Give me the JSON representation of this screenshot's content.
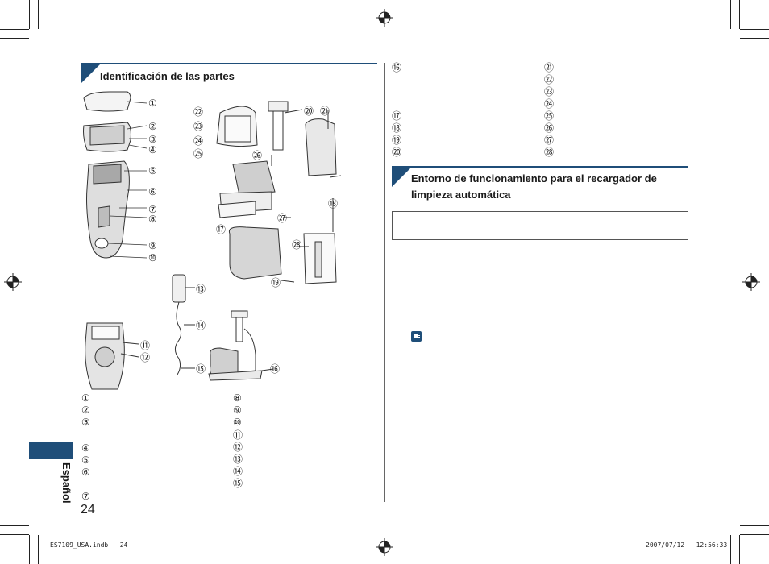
{
  "section1": {
    "title": "Identificación de las partes"
  },
  "section2": {
    "title_line1": "Entorno de funcionamiento para el recargador de",
    "title_line2": "limpieza automática"
  },
  "language_tab": "Español",
  "page_number": "24",
  "footer": {
    "file": "ES7109_USA.indb   24",
    "date": "2007/07/12   12:56:33"
  },
  "callouts_shaver": [
    "①",
    "②",
    "③",
    "④",
    "⑤",
    "⑥",
    "⑦",
    "⑧",
    "⑨",
    "⑩",
    "⑪",
    "⑫"
  ],
  "callouts_adaptor": [
    "⑬",
    "⑭",
    "⑮",
    "⑯"
  ],
  "callouts_charger": [
    "⑰",
    "⑱",
    "⑲",
    "⑳",
    "㉑",
    "㉒",
    "㉓",
    "㉔",
    "㉕",
    "㉖",
    "㉗",
    "㉘"
  ],
  "list_left": [
    "①",
    "②",
    "③",
    "④",
    "⑤",
    "⑥",
    "⑦"
  ],
  "list_mid": [
    "⑧",
    "⑨",
    "⑩",
    "⑪",
    "⑫",
    "⑬",
    "⑭",
    "⑮"
  ],
  "list_right_a": [
    "⑯",
    "⑰",
    "⑱",
    "⑲",
    "⑳"
  ],
  "list_right_b": [
    "㉑",
    "㉒",
    "㉓",
    "㉔",
    "㉕",
    "㉖",
    "㉗",
    "㉘"
  ],
  "colors": {
    "accent": "#1f4e79"
  },
  "icons": {
    "note": "plug-icon",
    "registration": "registration-mark-icon"
  }
}
